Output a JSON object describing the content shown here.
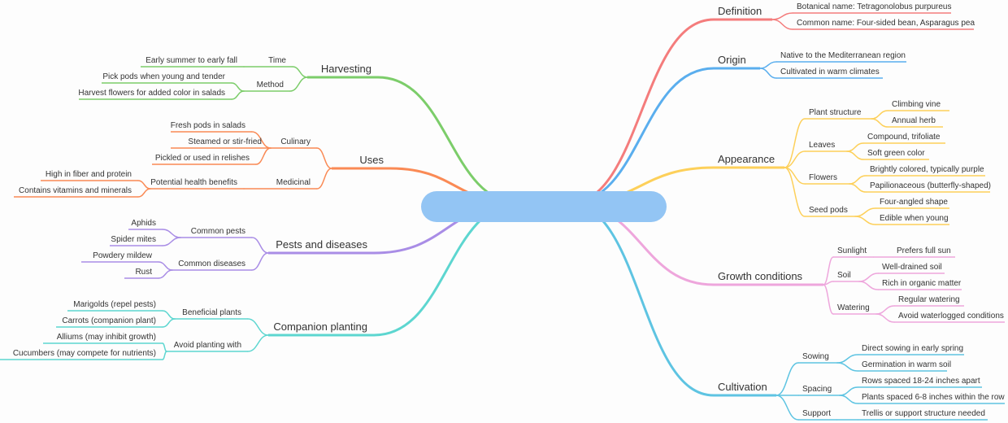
{
  "center": {
    "label": "",
    "color": "#93c5f4"
  },
  "branches": [
    {
      "label": "Definition",
      "side": "right",
      "color": "#f47c7c",
      "children": [
        {
          "label": "Botanical name: Tetragonolobus purpureus"
        },
        {
          "label": "Common name: Four-sided bean, Asparagus pea"
        }
      ]
    },
    {
      "label": "Origin",
      "side": "right",
      "color": "#5aaeee",
      "children": [
        {
          "label": "Native to the Mediterranean region"
        },
        {
          "label": "Cultivated in warm climates"
        }
      ]
    },
    {
      "label": "Appearance",
      "side": "right",
      "color": "#fdd05a",
      "children": [
        {
          "label": "Plant structure",
          "children": [
            {
              "label": "Climbing vine"
            },
            {
              "label": "Annual herb"
            }
          ]
        },
        {
          "label": "Leaves",
          "children": [
            {
              "label": "Compound, trifoliate"
            },
            {
              "label": "Soft green color"
            }
          ]
        },
        {
          "label": "Flowers",
          "children": [
            {
              "label": "Brightly colored, typically purple"
            },
            {
              "label": "Papilionaceous (butterfly-shaped)"
            }
          ]
        },
        {
          "label": "Seed pods",
          "children": [
            {
              "label": "Four-angled shape"
            },
            {
              "label": "Edible when young"
            }
          ]
        }
      ]
    },
    {
      "label": "Growth conditions",
      "side": "right",
      "color": "#eea6dc",
      "children": [
        {
          "label": "Sunlight",
          "children": [
            {
              "label": "Prefers full sun"
            }
          ]
        },
        {
          "label": "Soil",
          "children": [
            {
              "label": "Well-drained soil"
            },
            {
              "label": "Rich in organic matter"
            }
          ]
        },
        {
          "label": "Watering",
          "children": [
            {
              "label": "Regular watering"
            },
            {
              "label": "Avoid waterlogged conditions"
            }
          ]
        }
      ]
    },
    {
      "label": "Cultivation",
      "side": "right",
      "color": "#5ec4e2",
      "children": [
        {
          "label": "Sowing",
          "children": [
            {
              "label": "Direct sowing in early spring"
            },
            {
              "label": "Germination in warm soil"
            }
          ]
        },
        {
          "label": "Spacing",
          "children": [
            {
              "label": "Rows spaced 18-24 inches apart"
            },
            {
              "label": "Plants spaced 6-8 inches within the row"
            }
          ]
        },
        {
          "label": "Support",
          "children": [
            {
              "label": "Trellis or support structure needed"
            }
          ]
        }
      ]
    },
    {
      "label": "Harvesting",
      "side": "left",
      "color": "#7ccd6a",
      "children": [
        {
          "label": "Time",
          "children": [
            {
              "label": "Early summer to early fall"
            }
          ]
        },
        {
          "label": "Method",
          "children": [
            {
              "label": "Pick pods when young and tender"
            },
            {
              "label": "Harvest flowers for added color in salads"
            }
          ]
        }
      ]
    },
    {
      "label": "Uses",
      "side": "left",
      "color": "#fa8a55",
      "children": [
        {
          "label": "Culinary",
          "children": [
            {
              "label": "Fresh pods in salads"
            },
            {
              "label": "Steamed or stir-fried"
            },
            {
              "label": "Pickled or used in relishes"
            }
          ]
        },
        {
          "label": "Medicinal",
          "children": [
            {
              "label": "Potential health benefits",
              "children": [
                {
                  "label": "High in fiber and protein"
                },
                {
                  "label": "Contains vitamins and minerals"
                }
              ]
            }
          ]
        }
      ]
    },
    {
      "label": "Pests and diseases",
      "side": "left",
      "color": "#a98de6",
      "children": [
        {
          "label": "Common pests",
          "children": [
            {
              "label": "Aphids"
            },
            {
              "label": "Spider mites"
            }
          ]
        },
        {
          "label": "Common diseases",
          "children": [
            {
              "label": "Powdery mildew"
            },
            {
              "label": "Rust"
            }
          ]
        }
      ]
    },
    {
      "label": "Companion planting",
      "side": "left",
      "color": "#5dd6d0",
      "children": [
        {
          "label": "Beneficial plants",
          "children": [
            {
              "label": "Marigolds (repel pests)"
            },
            {
              "label": "Carrots (companion plant)"
            }
          ]
        },
        {
          "label": "Avoid planting with",
          "children": [
            {
              "label": "Alliums (may inhibit growth)"
            },
            {
              "label": "Cucumbers (may compete for nutrients)"
            }
          ]
        }
      ]
    }
  ]
}
